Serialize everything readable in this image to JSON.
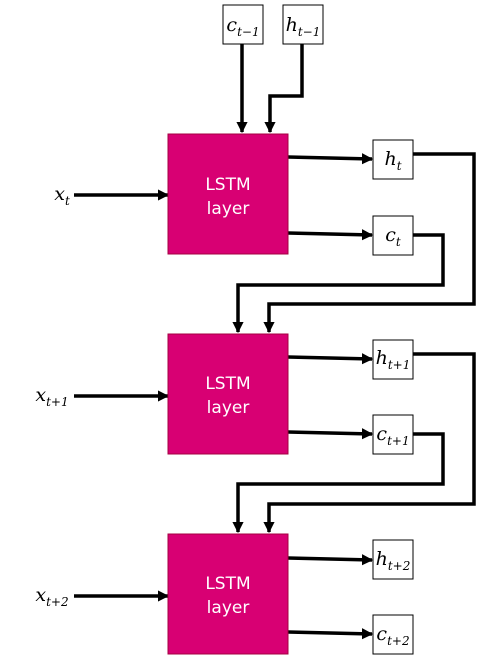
{
  "lstm_blocks": [
    {
      "label_line1": "LSTM",
      "label_line2": "layer"
    },
    {
      "label_line1": "LSTM",
      "label_line2": "layer"
    },
    {
      "label_line1": "LSTM",
      "label_line2": "layer"
    }
  ],
  "initial_state": {
    "cell": {
      "base": "c",
      "sub": "t−1"
    },
    "hidden": {
      "base": "h",
      "sub": "t−1"
    }
  },
  "inputs": [
    {
      "base": "x",
      "sub": "t"
    },
    {
      "base": "x",
      "sub": "t+1"
    },
    {
      "base": "x",
      "sub": "t+2"
    }
  ],
  "outputs": [
    {
      "hidden": {
        "base": "h",
        "sub": "t"
      },
      "cell": {
        "base": "c",
        "sub": "t"
      }
    },
    {
      "hidden": {
        "base": "h",
        "sub": "t+1"
      },
      "cell": {
        "base": "c",
        "sub": "t+1"
      }
    },
    {
      "hidden": {
        "base": "h",
        "sub": "t+2"
      },
      "cell": {
        "base": "c",
        "sub": "t+2"
      }
    }
  ],
  "colors": {
    "lstm_fill": "#d80073",
    "lstm_stroke": "#a50040",
    "line": "#000000",
    "box_stroke": "#000000"
  }
}
